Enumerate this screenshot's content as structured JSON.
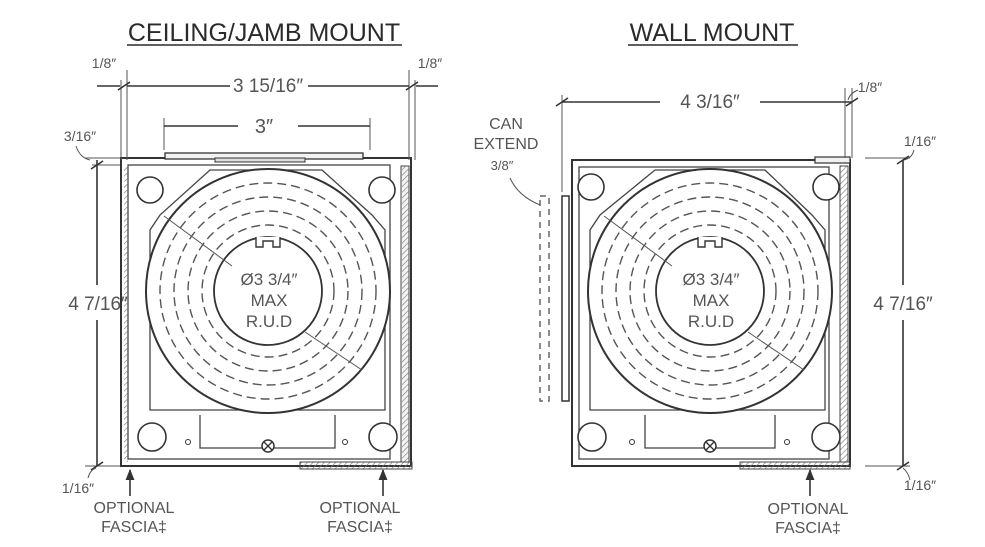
{
  "ceiling": {
    "title": "CEILING/JAMB MOUNT",
    "top_left_clearance": "1/8″",
    "top_right_clearance": "1/8″",
    "overall_width": "3 15/16″",
    "inner_width": "3″",
    "top_offset": "3/16″",
    "height": "4 7/16″",
    "bottom_offset": "1/16″",
    "rud_line1": "Ø3 3/4″",
    "rud_line2": "MAX",
    "rud_line3": "R.U.D",
    "fascia_left_line1": "OPTIONAL",
    "fascia_left_line2": "FASCIA‡",
    "fascia_right_line1": "OPTIONAL",
    "fascia_right_line2": "FASCIA‡"
  },
  "wall": {
    "title": "WALL MOUNT",
    "can_extend_line1": "CAN",
    "can_extend_line2": "EXTEND",
    "can_extend_value": "3/8″",
    "overall_width": "4 3/16″",
    "top_right_clearance": "1/8″",
    "top_offset": "1/16″",
    "height": "4 7/16″",
    "bottom_offset": "1/16″",
    "rud_line1": "Ø3 3/4″",
    "rud_line2": "MAX",
    "rud_line3": "R.U.D",
    "fascia_line1": "OPTIONAL",
    "fascia_line2": "FASCIA‡"
  }
}
